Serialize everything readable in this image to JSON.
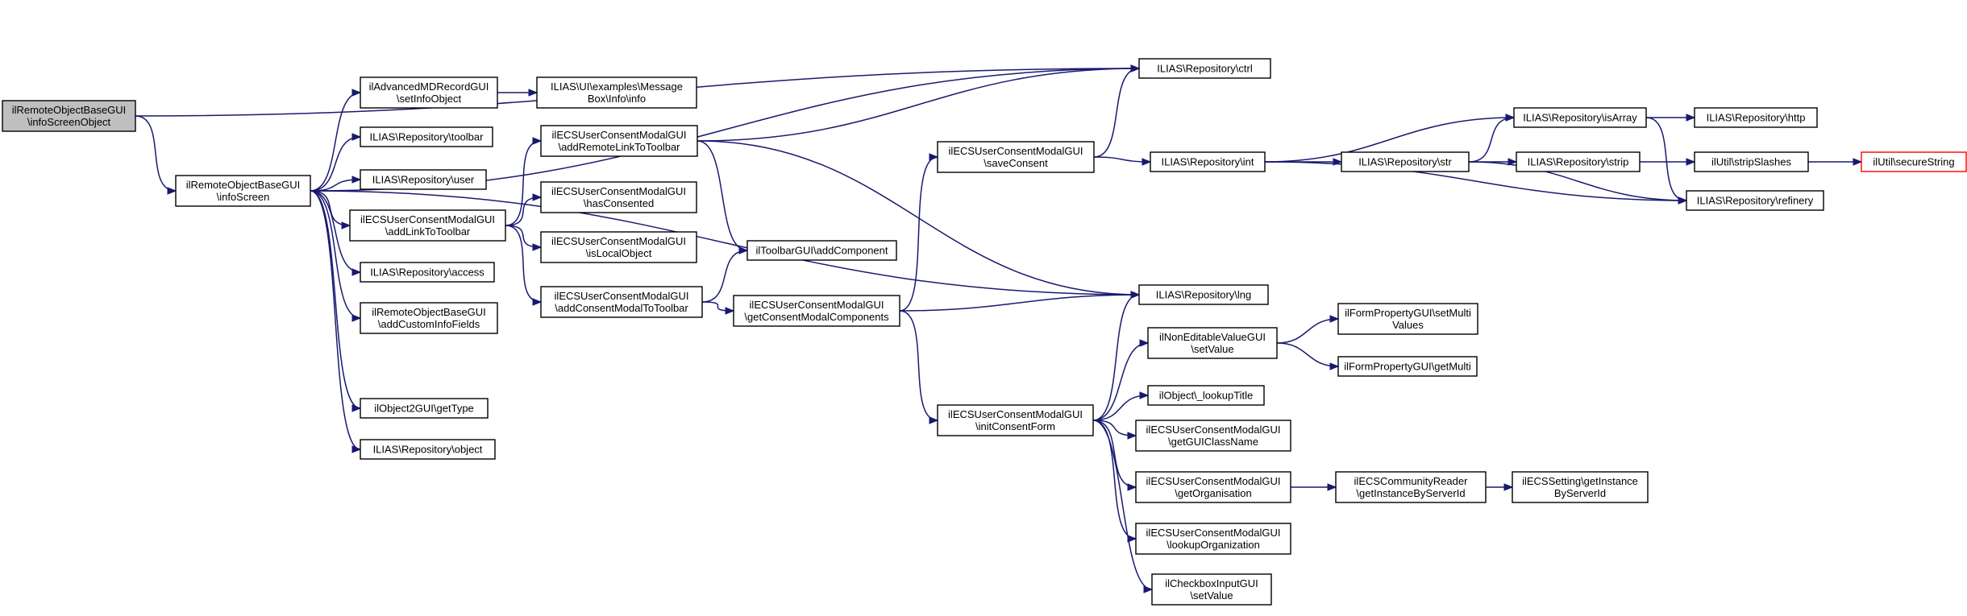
{
  "colors": {
    "edge": "#191970",
    "root_fill": "#bfbfbf",
    "highlight": "#ff0000"
  },
  "nodes": [
    {
      "id": "n0",
      "lines": [
        "ilRemoteObjectBaseGUI",
        "\\infoScreenObject"
      ],
      "root": true
    },
    {
      "id": "n1",
      "lines": [
        "ilRemoteObjectBaseGUI",
        "\\infoScreen"
      ]
    },
    {
      "id": "n2",
      "lines": [
        "ILIAS\\Repository\\ctrl"
      ]
    },
    {
      "id": "n3",
      "lines": [
        "ilAdvancedMDRecordGUI",
        "\\setInfoObject"
      ]
    },
    {
      "id": "n4",
      "lines": [
        "ILIAS\\UI\\examples\\Message",
        "Box\\Info\\info"
      ]
    },
    {
      "id": "n5",
      "lines": [
        "ILIAS\\Repository\\toolbar"
      ]
    },
    {
      "id": "n6",
      "lines": [
        "ILIAS\\Repository\\user"
      ]
    },
    {
      "id": "n7",
      "lines": [
        "ilECSUserConsentModalGUI",
        "\\addLinkToToolbar"
      ]
    },
    {
      "id": "n8",
      "lines": [
        "ILIAS\\Repository\\access"
      ]
    },
    {
      "id": "n9",
      "lines": [
        "ilRemoteObjectBaseGUI",
        "\\addCustomInfoFields"
      ]
    },
    {
      "id": "n10",
      "lines": [
        "ilObject2GUI\\getType"
      ]
    },
    {
      "id": "n11",
      "lines": [
        "ILIAS\\Repository\\object"
      ]
    },
    {
      "id": "n12",
      "lines": [
        "ilECSUserConsentModalGUI",
        "\\addRemoteLinkToToolbar"
      ]
    },
    {
      "id": "n13",
      "lines": [
        "ilECSUserConsentModalGUI",
        "\\hasConsented"
      ]
    },
    {
      "id": "n14",
      "lines": [
        "ilECSUserConsentModalGUI",
        "\\isLocalObject"
      ]
    },
    {
      "id": "n15",
      "lines": [
        "ilECSUserConsentModalGUI",
        "\\addConsentModalToToolbar"
      ]
    },
    {
      "id": "n16",
      "lines": [
        "ilToolbarGUI\\addComponent"
      ]
    },
    {
      "id": "n17",
      "lines": [
        "ilECSUserConsentModalGUI",
        "\\getConsentModalComponents"
      ]
    },
    {
      "id": "n18",
      "lines": [
        "ilECSUserConsentModalGUI",
        "\\saveConsent"
      ]
    },
    {
      "id": "n19",
      "lines": [
        "ILIAS\\Repository\\lng"
      ]
    },
    {
      "id": "n20",
      "lines": [
        "ilECSUserConsentModalGUI",
        "\\initConsentForm"
      ]
    },
    {
      "id": "n21",
      "lines": [
        "ILIAS\\Repository\\int"
      ]
    },
    {
      "id": "n22",
      "lines": [
        "ILIAS\\Repository\\isArray"
      ]
    },
    {
      "id": "n23",
      "lines": [
        "ILIAS\\Repository\\str"
      ]
    },
    {
      "id": "n24",
      "lines": [
        "ILIAS\\Repository\\refinery"
      ]
    },
    {
      "id": "n25",
      "lines": [
        "ILIAS\\Repository\\http"
      ]
    },
    {
      "id": "n26",
      "lines": [
        "ILIAS\\Repository\\strip"
      ]
    },
    {
      "id": "n27",
      "lines": [
        "ilUtil\\stripSlashes"
      ]
    },
    {
      "id": "n28",
      "lines": [
        "ilUtil\\secureString"
      ],
      "highlight": true
    },
    {
      "id": "n29",
      "lines": [
        "ilNonEditableValueGUI",
        "\\setValue"
      ]
    },
    {
      "id": "n30",
      "lines": [
        "ilFormPropertyGUI\\setMulti",
        "Values"
      ]
    },
    {
      "id": "n31",
      "lines": [
        "ilFormPropertyGUI\\getMulti"
      ]
    },
    {
      "id": "n32",
      "lines": [
        "ilObject\\_lookupTitle"
      ]
    },
    {
      "id": "n33",
      "lines": [
        "ilECSUserConsentModalGUI",
        "\\getGUIClassName"
      ]
    },
    {
      "id": "n34",
      "lines": [
        "ilECSUserConsentModalGUI",
        "\\getOrganisation"
      ]
    },
    {
      "id": "n35",
      "lines": [
        "ilECSCommunityReader",
        "\\getInstanceByServerId"
      ]
    },
    {
      "id": "n36",
      "lines": [
        "ilECSSetting\\getInstance",
        "ByServerId"
      ]
    },
    {
      "id": "n37",
      "lines": [
        "ilECSUserConsentModalGUI",
        "\\lookupOrganization"
      ]
    },
    {
      "id": "n38",
      "lines": [
        "ilCheckboxInputGUI",
        "\\setValue"
      ]
    }
  ],
  "edges": [
    [
      "n0",
      "n1"
    ],
    [
      "n0",
      "n2"
    ],
    [
      "n1",
      "n2"
    ],
    [
      "n1",
      "n3"
    ],
    [
      "n1",
      "n5"
    ],
    [
      "n1",
      "n6"
    ],
    [
      "n1",
      "n7"
    ],
    [
      "n1",
      "n8"
    ],
    [
      "n1",
      "n9"
    ],
    [
      "n1",
      "n10"
    ],
    [
      "n1",
      "n11"
    ],
    [
      "n1",
      "n19"
    ],
    [
      "n3",
      "n4"
    ],
    [
      "n7",
      "n12"
    ],
    [
      "n7",
      "n13"
    ],
    [
      "n7",
      "n14"
    ],
    [
      "n7",
      "n15"
    ],
    [
      "n12",
      "n2"
    ],
    [
      "n12",
      "n16"
    ],
    [
      "n12",
      "n19"
    ],
    [
      "n15",
      "n16"
    ],
    [
      "n15",
      "n17"
    ],
    [
      "n17",
      "n18"
    ],
    [
      "n17",
      "n19"
    ],
    [
      "n17",
      "n20"
    ],
    [
      "n18",
      "n2"
    ],
    [
      "n18",
      "n21"
    ],
    [
      "n21",
      "n22"
    ],
    [
      "n21",
      "n23"
    ],
    [
      "n21",
      "n24"
    ],
    [
      "n23",
      "n22"
    ],
    [
      "n23",
      "n26"
    ],
    [
      "n23",
      "n24"
    ],
    [
      "n22",
      "n25"
    ],
    [
      "n22",
      "n24"
    ],
    [
      "n26",
      "n27"
    ],
    [
      "n27",
      "n28"
    ],
    [
      "n20",
      "n19"
    ],
    [
      "n20",
      "n29"
    ],
    [
      "n20",
      "n32"
    ],
    [
      "n20",
      "n33"
    ],
    [
      "n20",
      "n34"
    ],
    [
      "n20",
      "n37"
    ],
    [
      "n20",
      "n38"
    ],
    [
      "n29",
      "n30"
    ],
    [
      "n29",
      "n31"
    ],
    [
      "n34",
      "n35"
    ],
    [
      "n35",
      "n36"
    ]
  ]
}
